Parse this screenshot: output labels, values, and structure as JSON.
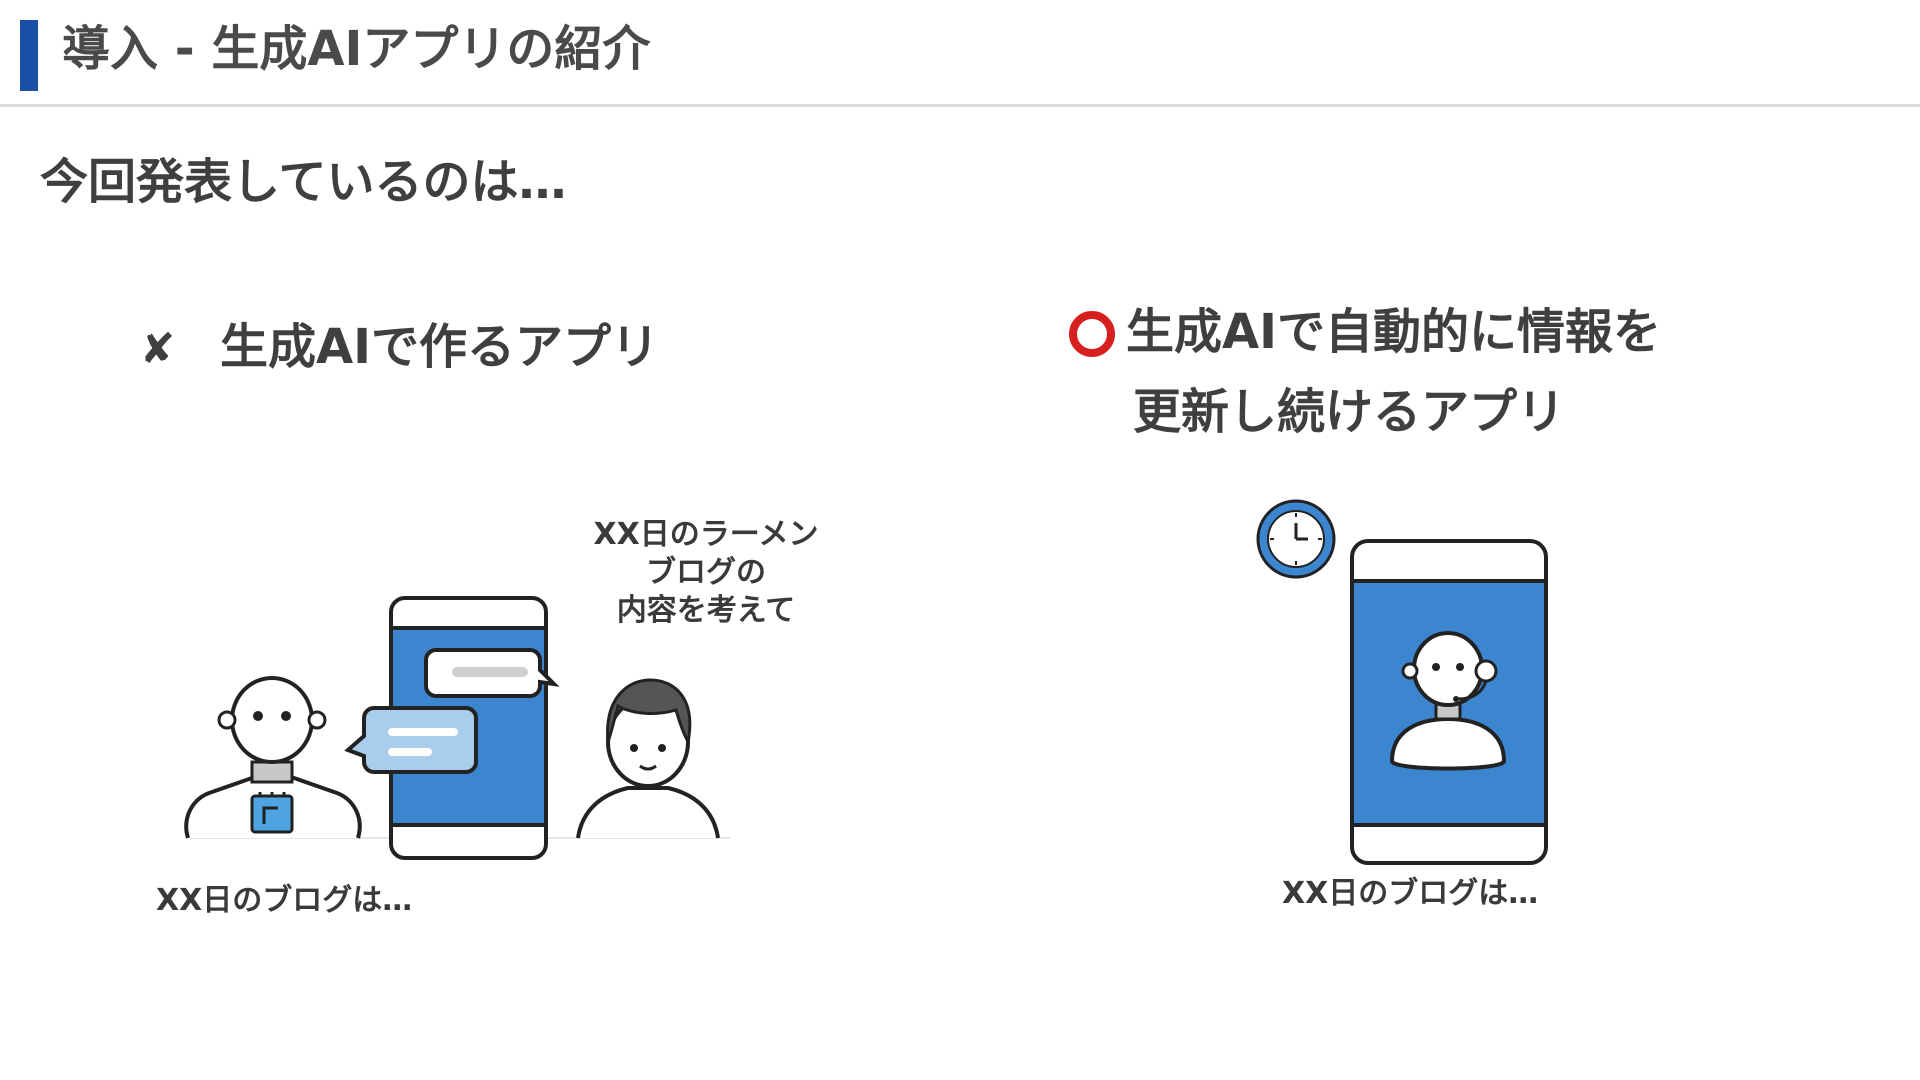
{
  "header": {
    "title": "導入 - 生成AIアプリの紹介"
  },
  "intro": {
    "text": "今回発表しているのは…"
  },
  "left": {
    "mark": "✘",
    "title": "生成AIで作るアプリ",
    "bubble_caption": [
      "XX日のラーメン",
      "ブログの",
      "内容を考えて"
    ],
    "bottom_caption": "XX日のブログは…"
  },
  "right": {
    "title_line1": "生成AIで自動的に情報を",
    "title_line2": "更新し続けるアプリ",
    "bottom_caption": "XX日のブログは…"
  },
  "colors": {
    "accent": "#1a4fa8",
    "phone_screen": "#3b86cf",
    "bubble_light": "#a9cdec",
    "red_circle": "#d61f1f"
  },
  "icons": [
    "cross-icon",
    "red-circle-icon",
    "robot-icon",
    "person-icon",
    "smartphone-icon",
    "clock-icon",
    "chat-bubble-icon",
    "operator-robot-icon"
  ]
}
